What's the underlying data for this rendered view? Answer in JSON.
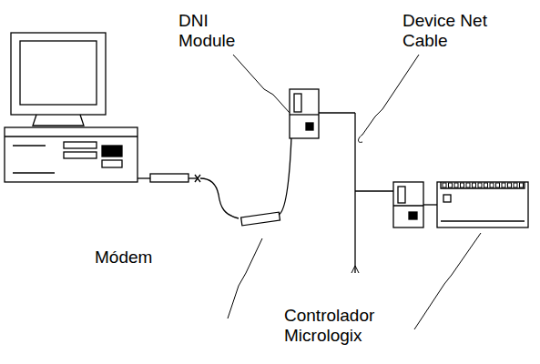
{
  "diagram": {
    "labels": [
      "DNI Module",
      "Device Net Cable",
      "Módem",
      "Controlador Micrologix"
    ]
  }
}
